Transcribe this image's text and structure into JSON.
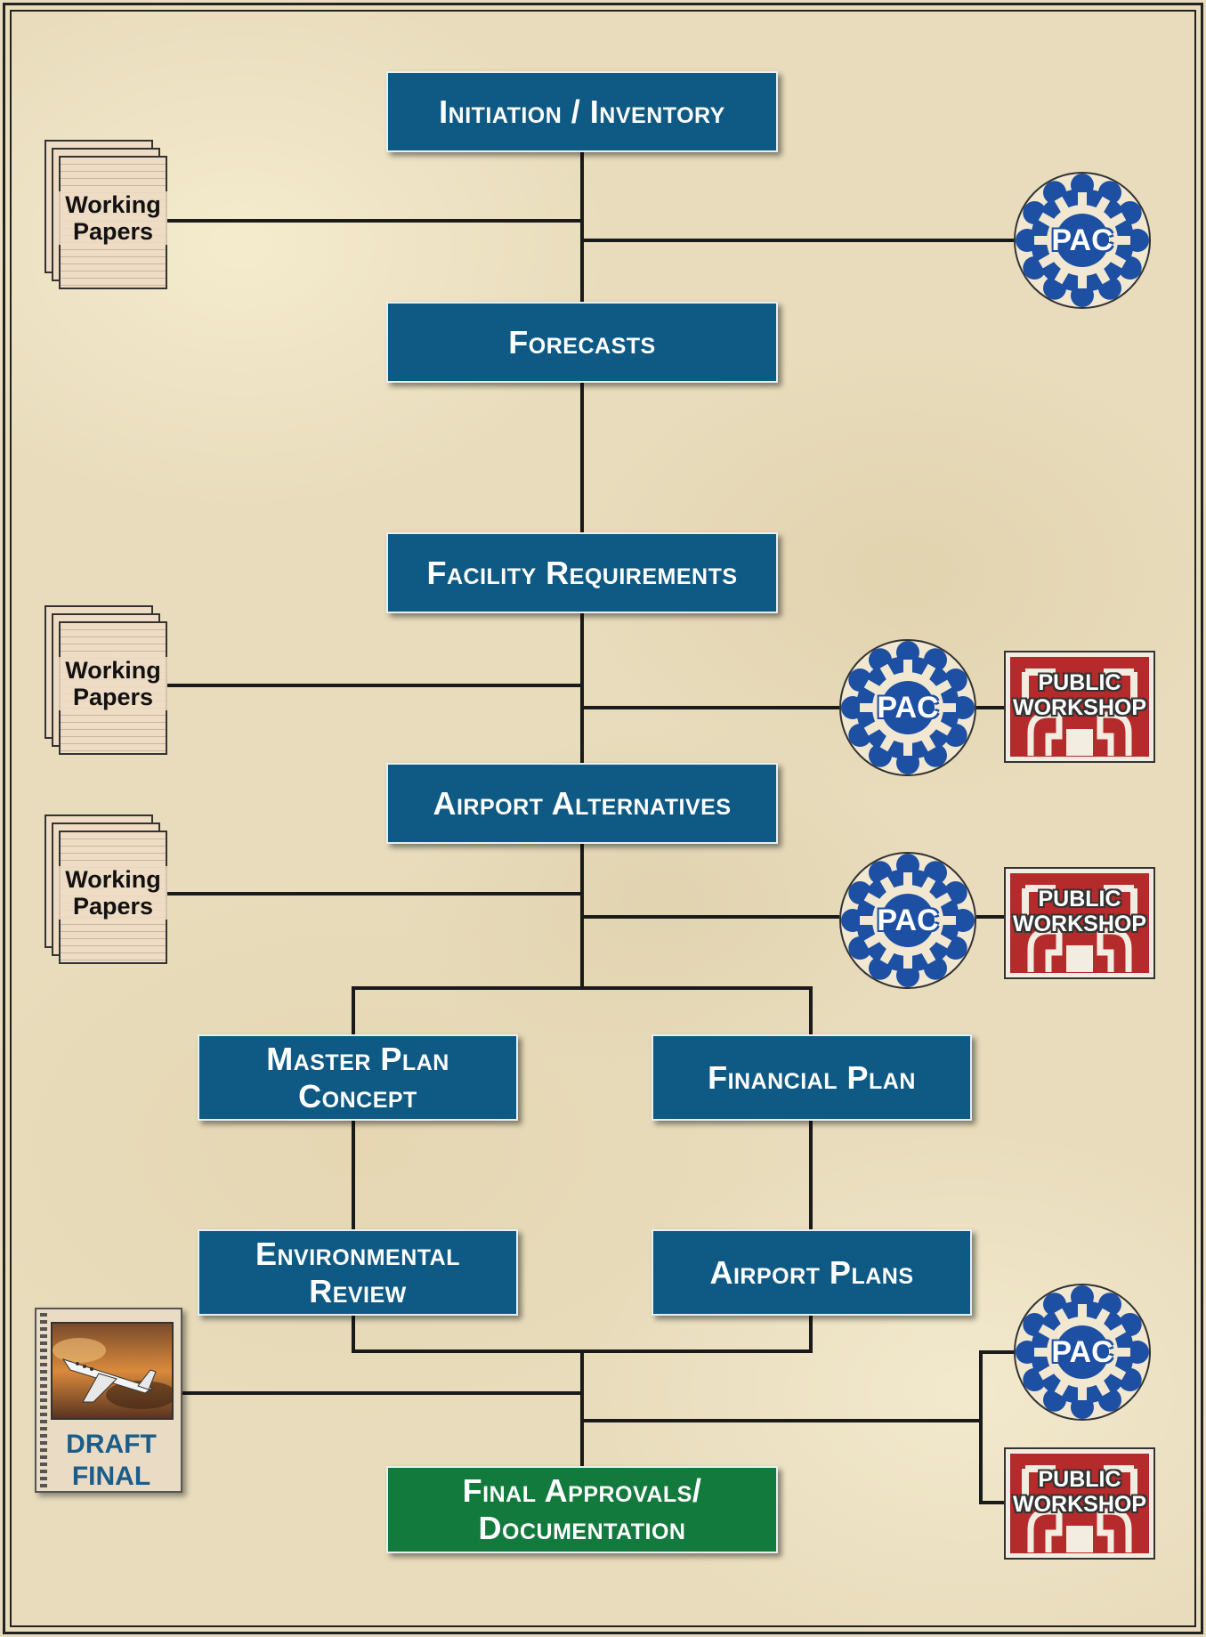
{
  "steps": {
    "initiation": "Initiation / Inventory",
    "forecasts": "Forecasts",
    "facility": "Facility Requirements",
    "alternatives": "Airport Alternatives",
    "master_plan": [
      "Master Plan",
      "Concept"
    ],
    "financial": "Financial Plan",
    "environmental": [
      "Environmental",
      "Review"
    ],
    "airport_plans": "Airport Plans",
    "final": [
      "Final Approvals/",
      "Documentation"
    ]
  },
  "working_papers": [
    "Working",
    "Papers"
  ],
  "pac_label": "PAC",
  "public_workshop": [
    "PUBLIC",
    "WORKSHOP"
  ],
  "draft_final": [
    "DRAFT",
    "FINAL"
  ],
  "colors": {
    "step_box": "#0e5a84",
    "final_box": "#137a3e",
    "pac_blue": "#1d4fa3",
    "workshop_red": "#b52a2a",
    "background": "#e8dcbc"
  }
}
